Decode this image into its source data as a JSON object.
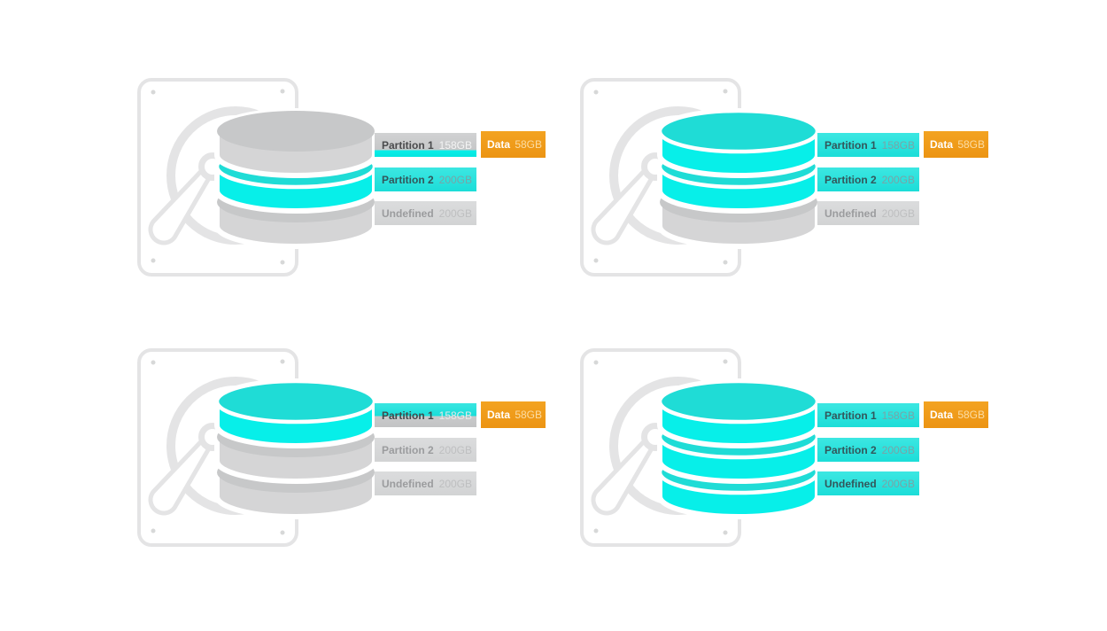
{
  "palette": {
    "cyan-top": "#1FDCD6",
    "cyan-band": "#07EFE9",
    "gray-top": "#C7C8C9",
    "gray-band": "#D5D5D6",
    "icon-outline": "#E4E4E5",
    "bar-cyan": "#2BE3DE",
    "bar-gray-active": "#C9CACB",
    "bar-gray-inactive": "#D8D9DA",
    "data-orange": "#F09A1A"
  },
  "quadrants": [
    {
      "id": "top-left",
      "disks": [
        "gray",
        "cyan",
        "gray"
      ],
      "rows": [
        {
          "label": "Partition 1",
          "size": "158GB",
          "color": "gray-with-cyan-strip"
        },
        {
          "label": "Partition 2",
          "size": "200GB",
          "color": "cyan"
        },
        {
          "label": "Undefined",
          "size": "200GB",
          "color": "gray"
        }
      ],
      "badge": {
        "label": "Data",
        "size": "58GB"
      }
    },
    {
      "id": "top-right",
      "disks": [
        "cyan",
        "cyan",
        "gray"
      ],
      "rows": [
        {
          "label": "Partition 1",
          "size": "158GB",
          "color": "cyan"
        },
        {
          "label": "Partition 2",
          "size": "200GB",
          "color": "cyan"
        },
        {
          "label": "Undefined",
          "size": "200GB",
          "color": "gray"
        }
      ],
      "badge": {
        "label": "Data",
        "size": "58GB"
      }
    },
    {
      "id": "bottom-left",
      "disks": [
        "cyan",
        "gray",
        "gray"
      ],
      "rows": [
        {
          "label": "Partition 1",
          "size": "158GB",
          "color": "cyan-with-gray-bottom"
        },
        {
          "label": "Partition 2",
          "size": "200GB",
          "color": "gray"
        },
        {
          "label": "Undefined",
          "size": "200GB",
          "color": "gray"
        }
      ],
      "badge": {
        "label": "Data",
        "size": "58GB"
      }
    },
    {
      "id": "bottom-right",
      "disks": [
        "cyan",
        "cyan",
        "cyan"
      ],
      "rows": [
        {
          "label": "Partition 1",
          "size": "158GB",
          "color": "cyan"
        },
        {
          "label": "Partition 2",
          "size": "200GB",
          "color": "cyan"
        },
        {
          "label": "Undefined",
          "size": "200GB",
          "color": "cyan"
        }
      ],
      "badge": {
        "label": "Data",
        "size": "58GB"
      }
    }
  ]
}
